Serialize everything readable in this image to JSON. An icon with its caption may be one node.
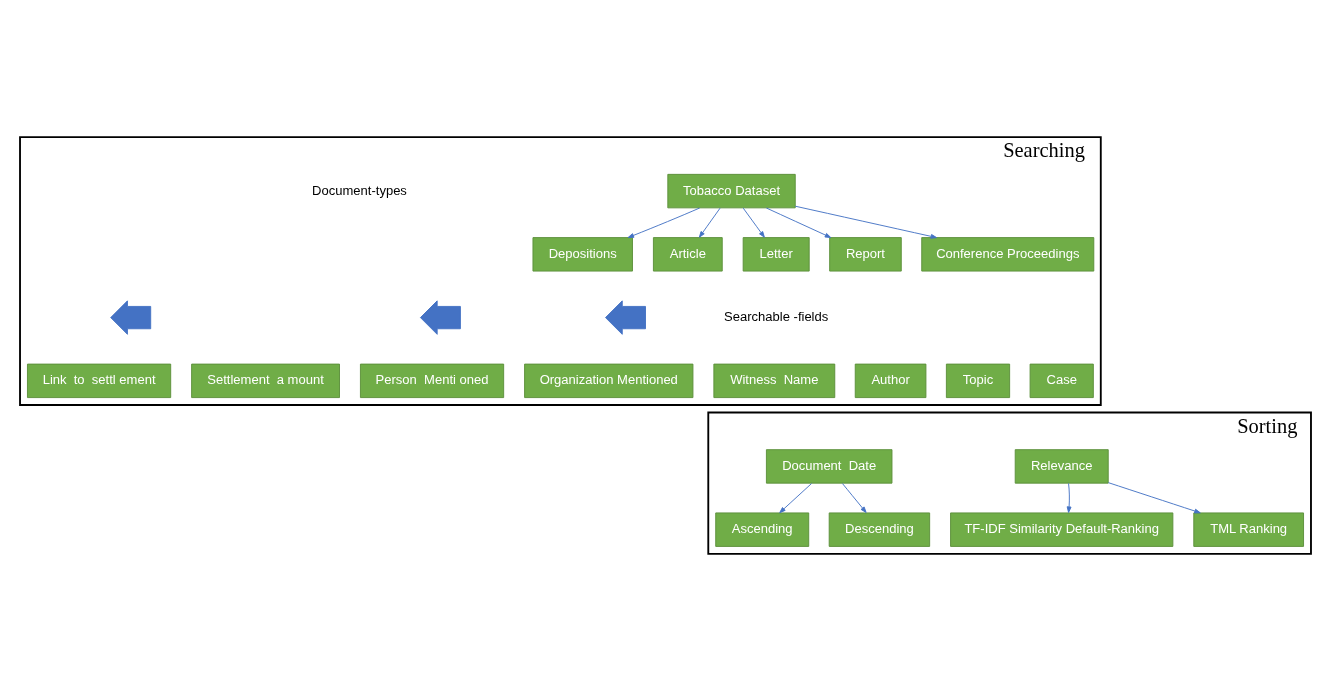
{
  "diagram": {
    "nodes": [
      {
        "text": [
          "Searching"
        ]
      },
      {
        "text": [
          "Tobacco Dataset"
        ],
        "in": 0
      },
      {
        "text": [
          "Depositions"
        ],
        "in": 0
      },
      {
        "text": [
          "Article"
        ],
        "in": 0
      },
      {
        "text": [
          "Letter"
        ],
        "in": 0
      },
      {
        "text": [
          "Report"
        ],
        "in": 0
      },
      {
        "text": [
          "Conference Proceedings"
        ],
        "in": 0
      },
      {
        "text": [],
        "shape": "arrow",
        "in": 0
      },
      {
        "text": [],
        "shape": "arrow",
        "in": 0
      },
      {
        "text": [],
        "shape": "arrow",
        "in": 0
      },
      {
        "text": [
          "Case"
        ],
        "in": 0
      },
      {
        "text": [
          "Topic"
        ],
        "in": 0
      },
      {
        "text": [
          "Author"
        ],
        "in": 0
      },
      {
        "text": [
          "Witness  Name"
        ],
        "in": 0
      },
      {
        "text": [
          "Organization Mentioned"
        ],
        "in": 0
      },
      {
        "text": [
          "Person  Menti oned"
        ],
        "in": 0
      },
      {
        "text": [
          "Settlement  a mount"
        ],
        "in": 0
      },
      {
        "text": [
          "Link  to  settl ement"
        ],
        "in": 0
      },
      {
        "text": [
          "Sorting"
        ]
      },
      {
        "text": [
          "Relevance"
        ],
        "in": 18
      },
      {
        "text": [
          "TF-IDF Similarity Default-Ranking"
        ],
        "in": 18
      },
      {
        "text": [
          "TML Ranking"
        ],
        "in": 18
      },
      {
        "text": [
          "Document  Date"
        ],
        "in": 18
      },
      {
        "text": [
          "Ascending"
        ],
        "in": 18
      },
      {
        "text": [
          "Descending"
        ],
        "in": 18
      }
    ],
    "edges": [
      {
        "from": 1,
        "to": 2,
        "arrow": "to"
      },
      {
        "from": 1,
        "to": 3,
        "arrow": "to"
      },
      {
        "from": 1,
        "to": 4,
        "arrow": "to"
      },
      {
        "from": 1,
        "to": 5,
        "arrow": "to"
      },
      {
        "from": 1,
        "to": 6,
        "arrow": "to"
      },
      {
        "from": 19,
        "to": 20,
        "arrow": "to"
      },
      {
        "from": 19,
        "to": 21,
        "arrow": "to"
      },
      {
        "from": 22,
        "to": 23,
        "arrow": "to"
      },
      {
        "from": 22,
        "to": 24,
        "arrow": "to"
      }
    ],
    "labels": [
      "Document-types",
      "Searchable -fields"
    ]
  }
}
